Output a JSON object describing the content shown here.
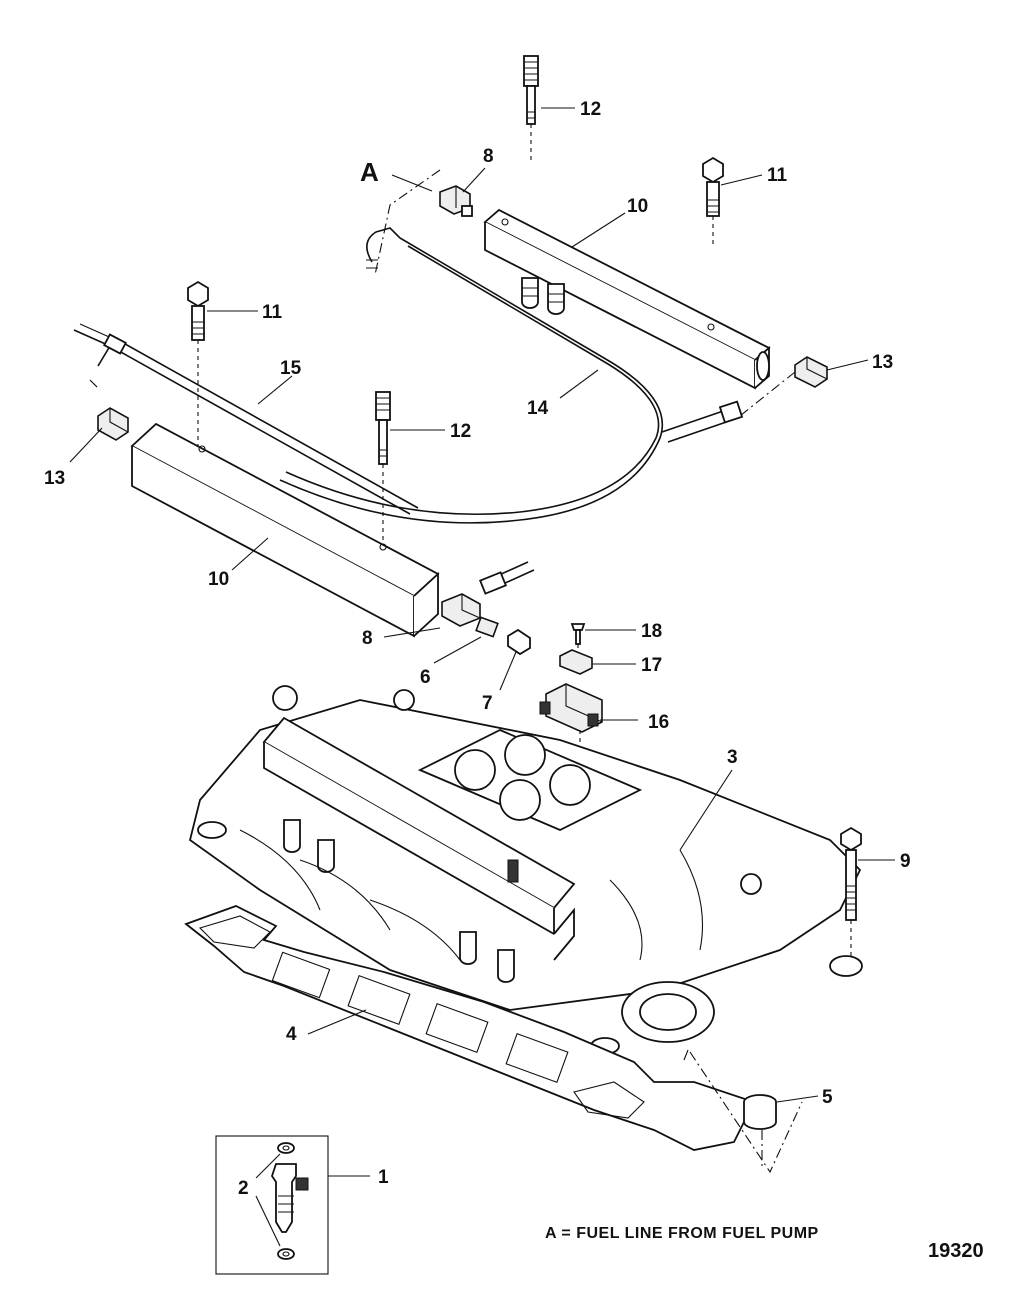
{
  "callouts": {
    "c1": "1",
    "c2": "2",
    "c3": "3",
    "c4": "4",
    "c5": "5",
    "c6": "6",
    "c7": "7",
    "c8a": "8",
    "c8b": "8",
    "c9": "9",
    "c10a": "10",
    "c10b": "10",
    "c11a": "11",
    "c11b": "11",
    "c12a": "12",
    "c12b": "12",
    "c13a": "13",
    "c13b": "13",
    "c14": "14",
    "c15": "15",
    "c16": "16",
    "c17": "17",
    "c18": "18",
    "cA": "A"
  },
  "note": "A = FUEL LINE FROM FUEL PUMP",
  "figure_number": "19320"
}
